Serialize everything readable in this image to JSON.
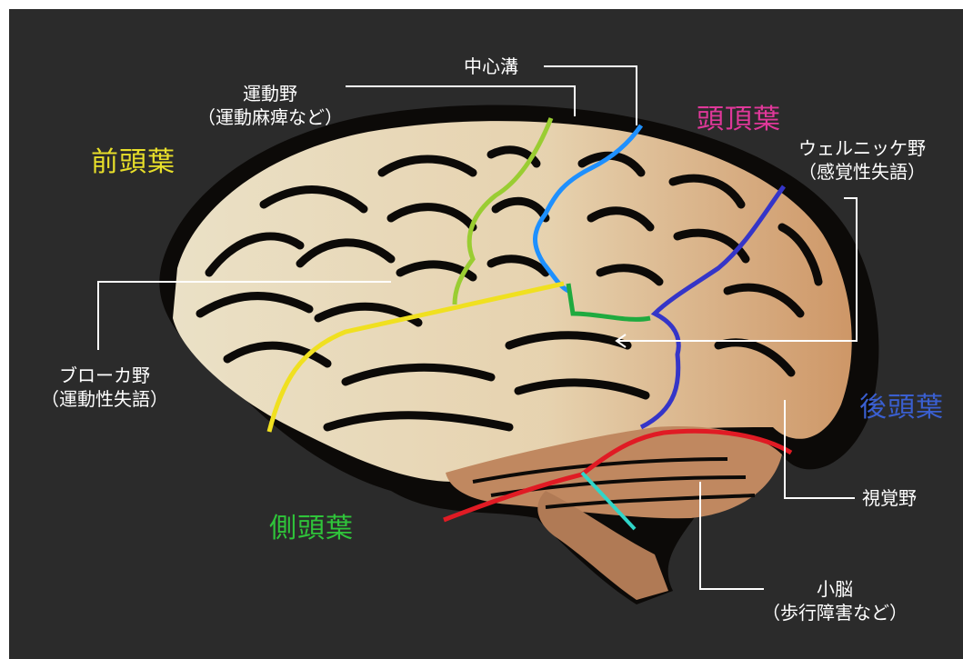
{
  "lobes": {
    "frontal": {
      "label": "前頭葉",
      "color": "#e8df2a"
    },
    "parietal": {
      "label": "頭頂葉",
      "color": "#e0389a"
    },
    "occipital": {
      "label": "後頭葉",
      "color": "#3a5fd0"
    },
    "temporal": {
      "label": "側頭葉",
      "color": "#2fc43a"
    }
  },
  "labels": {
    "central_sulcus": "中心溝",
    "motor_area": {
      "line1": "運動野",
      "line2": "（運動麻痺など）"
    },
    "wernicke": {
      "line1": "ウェルニッケ野",
      "line2": "（感覚性失語）"
    },
    "broca": {
      "line1": "ブローカ野",
      "line2": "（運動性失語）"
    },
    "visual_area": "視覚野",
    "cerebellum": {
      "line1": "小脳",
      "line2": "（歩行障害など）"
    }
  },
  "boundary_colors": {
    "motor_line": "#9acd32",
    "central_sulcus_line": "#1e90ff",
    "sylvian_line": "#f0e020",
    "wernicke_line": "#1faa3f",
    "occipital_line": "#3535c8",
    "cerebellum_line": "#e01b24",
    "brainstem_line": "#30d5c8"
  }
}
